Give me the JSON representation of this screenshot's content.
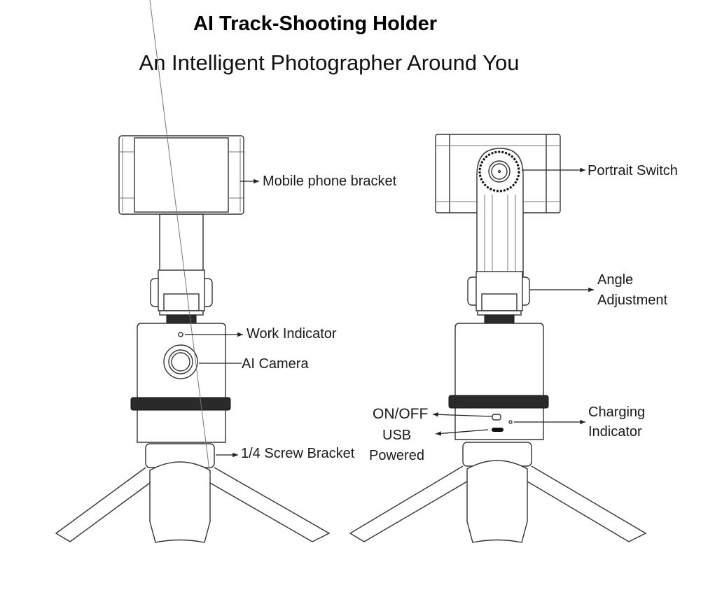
{
  "header": {
    "title": "AI Track-Shooting Holder",
    "subtitle": "An Intelligent Photographer Around You"
  },
  "front_view": {
    "callouts": [
      {
        "id": "mobile-phone-bracket",
        "text": "Mobile phone bracket"
      },
      {
        "id": "work-indicator",
        "text": "Work Indicator"
      },
      {
        "id": "ai-camera",
        "text": "AI Camera"
      },
      {
        "id": "screw-bracket",
        "text": "1/4 Screw Bracket"
      }
    ]
  },
  "back_view": {
    "callouts": [
      {
        "id": "portrait-switch",
        "text": "Portrait Switch"
      },
      {
        "id": "angle-adjustment",
        "lines": [
          "Angle",
          "Adjustment"
        ]
      },
      {
        "id": "on-off",
        "text": "ON/OFF"
      },
      {
        "id": "usb-powered",
        "lines": [
          "USB",
          "Powered"
        ]
      },
      {
        "id": "charging-indicator",
        "lines": [
          "Charging",
          "Indicator"
        ]
      }
    ]
  }
}
